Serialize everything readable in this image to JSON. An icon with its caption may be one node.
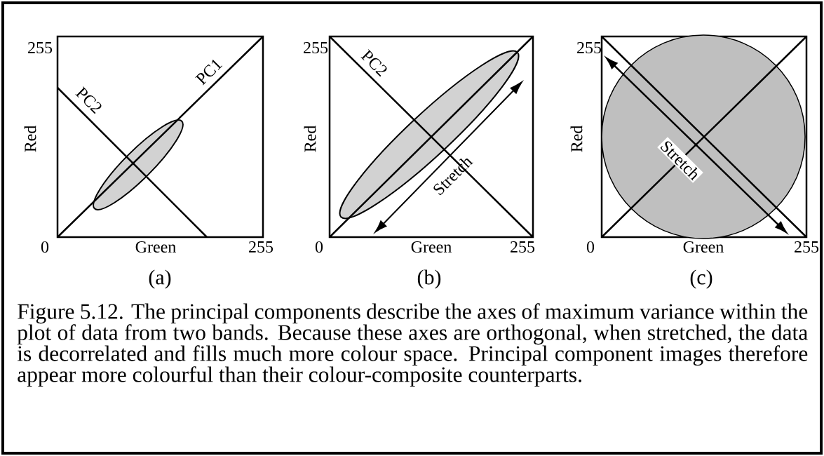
{
  "diagram": {
    "caption": "Figure 5.12. The principal components describe the axes of maximum variance within the plot of data from two bands. Because these axes are orthogonal, when stretched, the data is decorrelated and fills much more colour space. Principal component images therefore appear more colourful than their colour-composite counterparts.",
    "labels": [
      "255",
      "Red",
      "0",
      "Green",
      "255",
      "PC1",
      "PC2",
      "(a)",
      "255",
      "Red",
      "0",
      "Green",
      "255",
      "PC2",
      "Stretch",
      "(b)",
      "255",
      "Red",
      "0",
      "Green",
      "255",
      "Stretch",
      "(c)"
    ]
  }
}
